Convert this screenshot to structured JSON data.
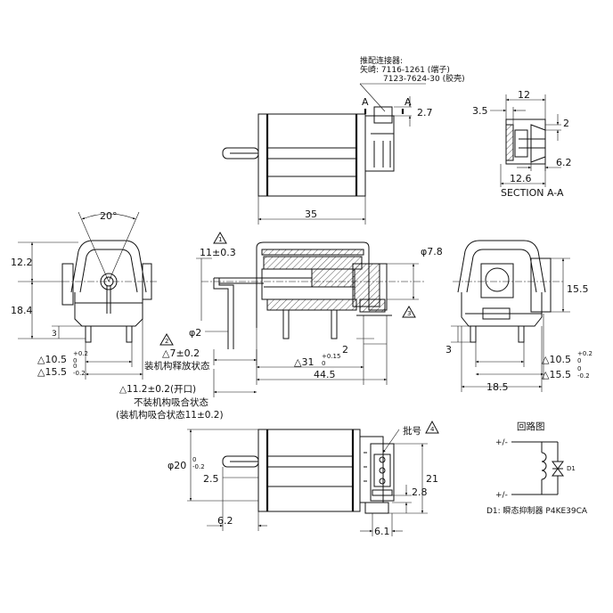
{
  "connector_note": {
    "line1": "推配连接器:",
    "line2": "矢崎: 7116-1261 (端子)",
    "line3": "7123-7624-30 (胶壳)"
  },
  "section_marks": {
    "left": "A",
    "right": "A"
  },
  "top_view": {
    "dim_width": "35",
    "dim_right": "2.7"
  },
  "section_view": {
    "dim_top": "12",
    "dim_left": "3.5",
    "dim_right_top": "2",
    "dim_right_bottom": "6.2",
    "dim_bottom": "12.6",
    "title": "SECTION A-A"
  },
  "left_view": {
    "angle": "20°",
    "dim_upper": "12.2",
    "dim_lower": "18.4",
    "dim_small": "3",
    "dim_a": "△10.5",
    "dim_a_tol": "+0.2",
    "dim_a_tol2": "0",
    "dim_b": "△15.5",
    "dim_b_tol": "0",
    "dim_b_tol2": "-0.2"
  },
  "center_view": {
    "note_top": "11±0.3",
    "flag1": "1",
    "diameter_pin": "φ2",
    "flag2": "2",
    "stroke_dim": "△7±0.2",
    "release_state": "装机构释放状态",
    "diameter_right": "φ7.8",
    "flag3": "3",
    "dim_2": "2",
    "dim_31": "△31",
    "dim_31_tol": "+0.15",
    "dim_31_tol2": "0",
    "dim_44": "44.5",
    "open_dim": "△11.2±0.2(开口)",
    "not_installed": "不装机构吸合状态",
    "installed": "(装机构吸合状态11±0.2)"
  },
  "right_view": {
    "dim_155": "15.5",
    "dim_3": "3",
    "dim_a": "△10.5",
    "dim_a_tol": "+0.2",
    "dim_a_tol2": "0",
    "dim_b": "△15.5",
    "dim_b_tol": "0",
    "dim_b_tol2": "-0.2",
    "dim_185": "18.5"
  },
  "bottom_view": {
    "batch": "批号",
    "flag4": "4",
    "dim_dia": "φ20",
    "dim_dia_tol": "0",
    "dim_dia_tol2": "-0.2",
    "dim_25": "2.5",
    "dim_21": "21",
    "dim_28": "2.8",
    "dim_62": "6.2",
    "dim_61": "6.1"
  },
  "circuit": {
    "title": "回路图",
    "plus": "+/-",
    "minus": "+/-",
    "diode_label": "D1",
    "legend": "D1: 瞬态抑制器 P4KE39CA"
  }
}
